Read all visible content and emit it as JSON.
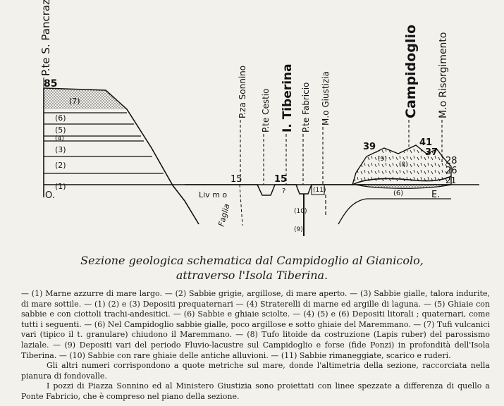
{
  "diagram": {
    "places": {
      "san_pancrazio": "P.te S. Pancrazio",
      "sonnino": "P.za Sonnino",
      "cestio": "P.te Cestio",
      "tiberina": "I. Tiberina",
      "fabricio": "P.te Fabricio",
      "giustizia": "M.o Giustizia",
      "campidoglio": "Campidoglio",
      "risorgimento": "M.o Risorgimento"
    },
    "elevations": {
      "e85": "85",
      "e15a": "15",
      "e15b": "15",
      "e39": "39",
      "e41": "41",
      "e37": "37",
      "e28": "28",
      "e26": "26",
      "e21": "21"
    },
    "layers": {
      "l7": "(7)",
      "l6": "(6)",
      "l5": "(5)",
      "l4": "(4)",
      "l3": "(3)",
      "l2": "(2)",
      "l1": "(1)",
      "l11": "(11)",
      "l10": "(10)",
      "l9": "(9)",
      "c9": "(9)",
      "c8": "(8)",
      "c6": "(6)"
    },
    "marks": {
      "origin": "O.",
      "east": "E.",
      "liv_mare": "Liv m o",
      "faglia": "Faglia",
      "q": "?"
    }
  },
  "caption": {
    "line1": "Sezione geologica schematica dal Campidoglio al Gianicolo,",
    "line2": "attraverso l'Isola Tiberina."
  },
  "legend": {
    "para1": "— (1) Marne azzurre di mare largo. — (2) Sabbie grigie, argillose, di mare aperto. — (3) Sabbie gialle, talora indurite, di mare sottile. — (1) (2) e (3) Depositi prequaternari — (4) Straterelli di marne ed argille di laguna. — (5) Ghiaie con sabbie e con ciottoli trachi-andesitici. — (6) Sabbie e ghiaie sciolte. — (4) (5) e (6) Depositi litorali ; quaternari, come tutti i seguenti. — (6) Nel Campidoglio sabbie gialle, poco argillose e sotto ghiaie del Maremmano. — (7) Tufi vulcanici vari (tipico il t. granulare) chiudono il Maremmano. — (8) Tufo litoide da costruzione (Lapis ruber) del parossismo laziale. — (9) Depositi vari del periodo Fluvio-lacustre sul Campidoglio e forse (fide Ponzi) in profondità dell'Isola Tiberina. — (10) Sabbie con rare ghiaie delle antiche alluvioni. — (11) Sabbie rimaneggiate, scarico e ruderi.",
    "para2": "Gli altri numeri corrispondono a quote metriche sul mare, donde l'altimetria della sezione, raccorciata nella pianura di fondovalle.",
    "para3": "I pozzi di Piazza Sonnino ed al Ministero Giustizia sono proiettati con linee spezzate a differenza di quello a Ponte Fabricio, che è compreso nel piano della sezione."
  }
}
